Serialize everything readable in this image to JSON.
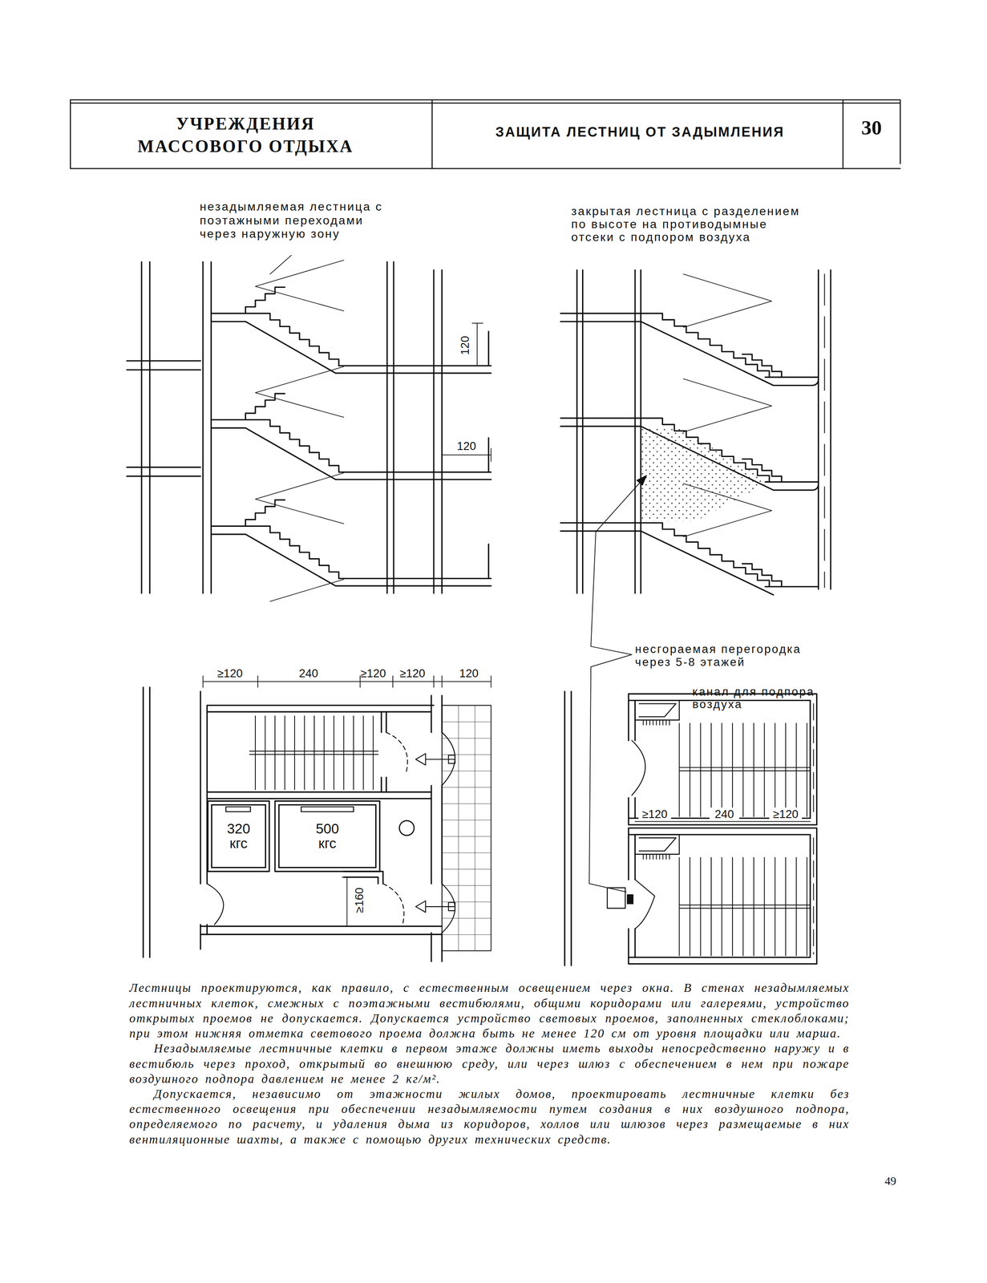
{
  "diagram": {
    "title": "ЗАЩИТА ЛЕСТНИЦ ОТ ЗАДЫМЛЕНИЯ",
    "nodes": [
      {
        "text": [
          "320 кгс"
        ]
      },
      {
        "text": [
          "500 кгс"
        ]
      }
    ],
    "labels": [
      "УЧРЕЖДЕНИЯ МАССОВОГО ОТДЫХА",
      "30",
      "незадымляемая лестница с поэтажными переходами через наружную зону",
      "закрытая лестница с разделением по высоте на противодымные отсеки с подпором воздуха",
      "120",
      "120",
      "несгораемая перегородка через 5-8 этажей",
      "канал для подпора воздуха",
      "≥120",
      "240",
      "≥120",
      "≥120",
      "120",
      "≥160",
      "≥120",
      "240",
      "≥120",
      "Лестницы проектируются, как правило, с естественным освещением через окна. В стенах незадымляемых лестничных клеток, смежных с поэтажными вестибюлями, общими коридорами или галереями, устройство открытых проемов не допускается. Допускается устройство световых проемов, заполненных стеклоблоками; при этом нижняя отметка светового проема должна быть не менее 120 см от уровня площадки или марша.",
      "Незадымляемые лестничные клетки в первом этаже должны иметь выходы непосредственно наружу и в вестибюль через проход, открытый во внешнюю среду, или через шлюз с обеспечением в нем при пожаре воздушного подпора давлением не менее 2 кг/м².",
      "Допускается, независимо от этажности жилых домов, проектировать лестничные клетки без естественного освещения при обеспечении незадымляемости путем создания в них воздушного подпора, определяемого по расчету, и удаления дыма из коридоров, холлов или шлюзов через размещаемые в них вентиляционные шахты, а также с помощью других технических средств.",
      "49"
    ]
  }
}
